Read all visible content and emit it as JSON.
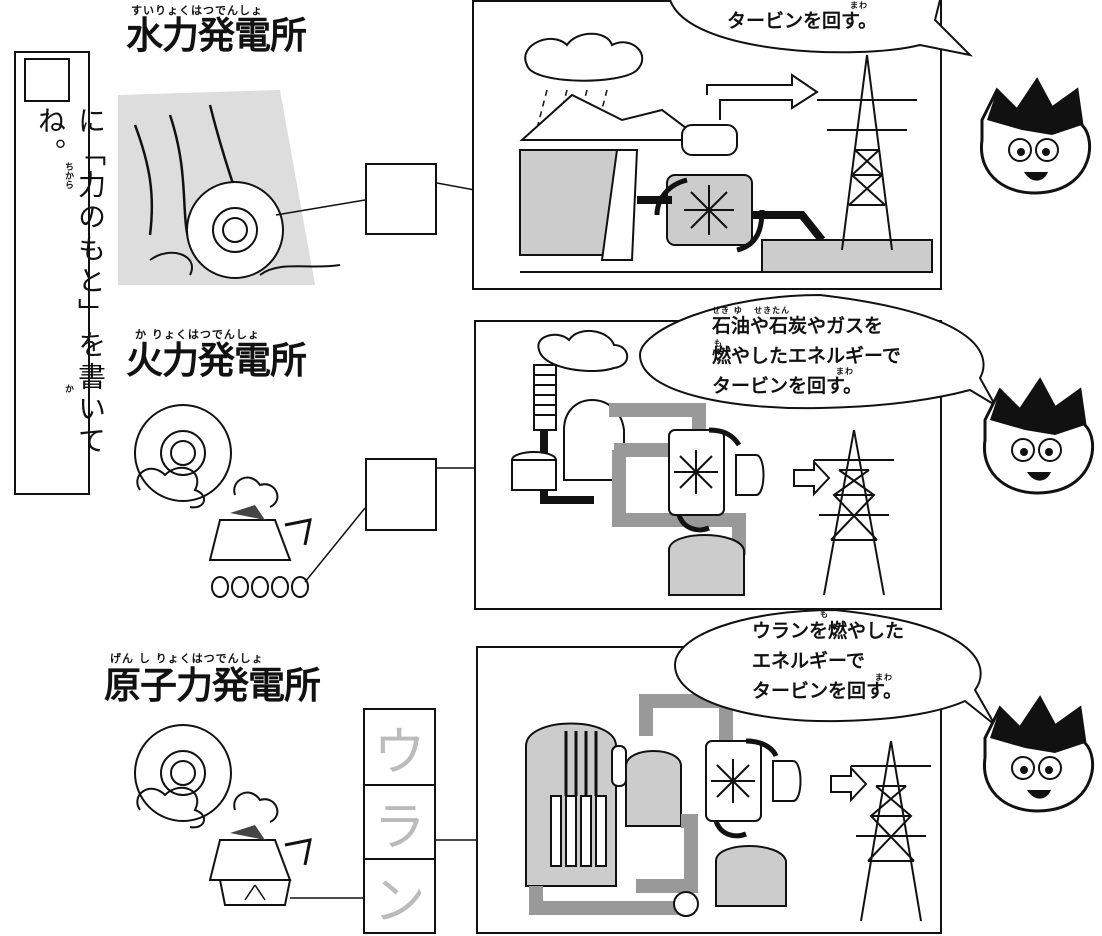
{
  "instruction": {
    "text": "に「力のもと」を書いてね。",
    "ruby_chikara": "ちから",
    "ruby_ka": "か"
  },
  "sections": [
    {
      "id": "hydro",
      "title": "水力発電所",
      "ruby": "すいりょくはつでんしょ",
      "bubble_lines": [
        "タービンを回す。"
      ],
      "ruby_mawa": "まわ"
    },
    {
      "id": "thermal",
      "title": "火力発電所",
      "ruby": "か りょくはつでんしょ",
      "bubble_lines": [
        "石油や石炭やガスを",
        "燃やしたエネルギーで",
        "タービンを回す。"
      ],
      "ruby_line1": "せき ゆ   せきたん",
      "ruby_line2": "も",
      "ruby_mawa": "まわ"
    },
    {
      "id": "nuclear",
      "title": "原子力発電所",
      "ruby": "げん し りょくはつでんしょ",
      "bubble_lines": [
        "ウランを燃やした",
        "エネルギーで",
        "タービンを回す。"
      ],
      "ruby_line1": "も",
      "ruby_mawa": "まわ",
      "answer_chars": [
        "ウ",
        "ラ",
        "ン"
      ]
    }
  ]
}
